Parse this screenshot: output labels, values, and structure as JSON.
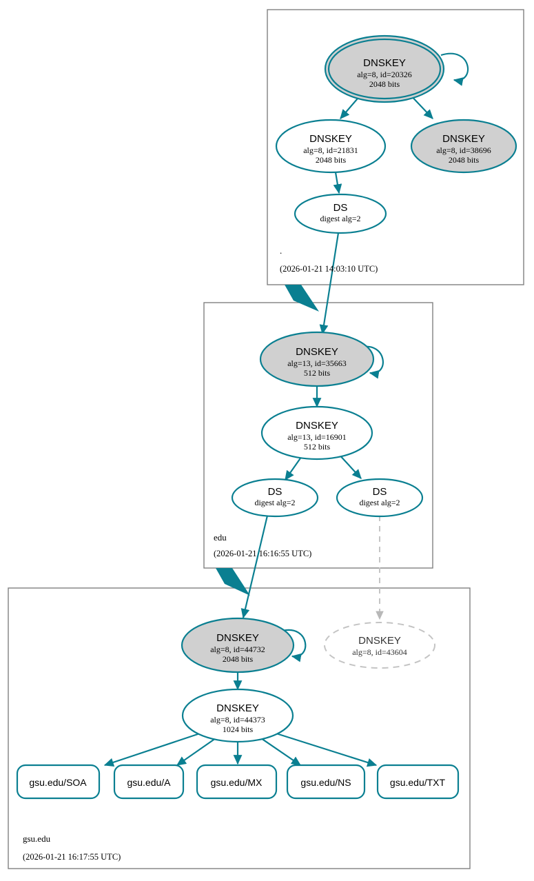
{
  "diagram": {
    "kind": "dnssec-authentication-chain",
    "colors": {
      "accent_teal": "#0a7f91",
      "node_fill_secure": "#d0d0d0",
      "node_fill_plain": "#ffffff",
      "muted_gray": "#b8b8b8",
      "zone_border": "#808080",
      "text": "#000000"
    }
  },
  "zones": [
    {
      "id": "root",
      "name": ".",
      "timestamp": "(2026-01-21 14:03:10 UTC)"
    },
    {
      "id": "edu",
      "name": "edu",
      "timestamp": "(2026-01-21 16:16:55 UTC)"
    },
    {
      "id": "gsu",
      "name": "gsu.edu",
      "timestamp": "(2026-01-21 16:17:55 UTC)"
    }
  ],
  "nodes": {
    "root_ksk": {
      "title": "DNSKEY",
      "line2": "alg=8, id=20326",
      "line3": "2048 bits",
      "style": "trust-anchor-secure"
    },
    "root_zsk": {
      "title": "DNSKEY",
      "line2": "alg=8, id=21831",
      "line3": "2048 bits",
      "style": "plain"
    },
    "root_other": {
      "title": "DNSKEY",
      "line2": "alg=8, id=38696",
      "line3": "2048 bits",
      "style": "secure"
    },
    "root_ds": {
      "title": "DS",
      "line2": "digest alg=2",
      "style": "plain"
    },
    "edu_ksk": {
      "title": "DNSKEY",
      "line2": "alg=13, id=35663",
      "line3": "512 bits",
      "style": "secure"
    },
    "edu_zsk": {
      "title": "DNSKEY",
      "line2": "alg=13, id=16901",
      "line3": "512 bits",
      "style": "plain"
    },
    "edu_ds_left": {
      "title": "DS",
      "line2": "digest alg=2",
      "style": "plain"
    },
    "edu_ds_right": {
      "title": "DS",
      "line2": "digest alg=2",
      "style": "plain"
    },
    "gsu_ksk": {
      "title": "DNSKEY",
      "line2": "alg=8, id=44732",
      "line3": "2048 bits",
      "style": "secure"
    },
    "gsu_missing": {
      "title": "DNSKEY",
      "line2": "alg=8, id=43604",
      "style": "missing-dashed"
    },
    "gsu_zsk": {
      "title": "DNSKEY",
      "line2": "alg=8, id=44373",
      "line3": "1024 bits",
      "style": "plain"
    }
  },
  "rrsets": [
    {
      "id": "soa",
      "label": "gsu.edu/SOA"
    },
    {
      "id": "a",
      "label": "gsu.edu/A"
    },
    {
      "id": "mx",
      "label": "gsu.edu/MX"
    },
    {
      "id": "ns",
      "label": "gsu.edu/NS"
    },
    {
      "id": "txt",
      "label": "gsu.edu/TXT"
    }
  ]
}
